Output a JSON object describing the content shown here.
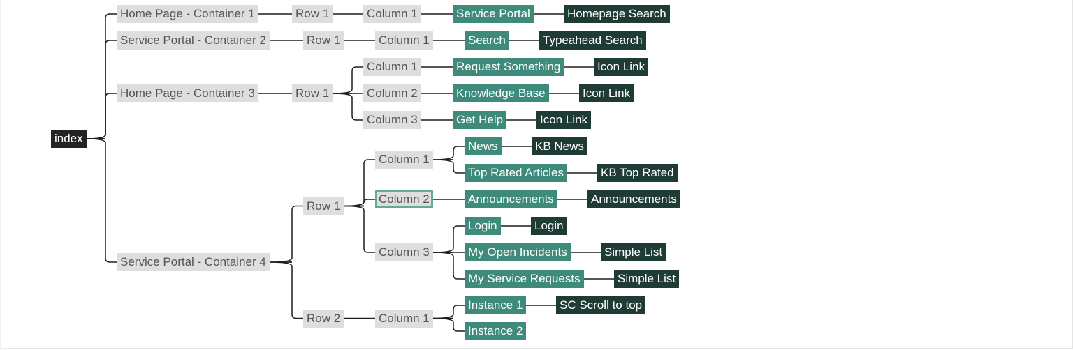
{
  "tree": {
    "root": "index",
    "containers": [
      {
        "label": "Home Page - Container 1",
        "rows": [
          {
            "label": "Row 1",
            "columns": [
              {
                "label": "Column 1",
                "widgets": [
                  {
                    "label": "Service Portal",
                    "child": "Homepage Search"
                  }
                ]
              }
            ]
          }
        ]
      },
      {
        "label": "Service Portal - Container 2",
        "rows": [
          {
            "label": "Row 1",
            "columns": [
              {
                "label": "Column 1",
                "widgets": [
                  {
                    "label": "Search",
                    "child": "Typeahead Search"
                  }
                ]
              }
            ]
          }
        ]
      },
      {
        "label": "Home Page - Container 3",
        "rows": [
          {
            "label": "Row 1",
            "columns": [
              {
                "label": "Column 1",
                "widgets": [
                  {
                    "label": "Request Something",
                    "child": "Icon Link"
                  }
                ]
              },
              {
                "label": "Column 2",
                "widgets": [
                  {
                    "label": "Knowledge Base",
                    "child": "Icon Link"
                  }
                ]
              },
              {
                "label": "Column 3",
                "widgets": [
                  {
                    "label": "Get Help",
                    "child": "Icon Link"
                  }
                ]
              }
            ]
          }
        ]
      },
      {
        "label": "Service Portal - Container 4",
        "rows": [
          {
            "label": "Row 1",
            "columns": [
              {
                "label": "Column 1",
                "widgets": [
                  {
                    "label": "News",
                    "child": "KB News"
                  },
                  {
                    "label": "Top Rated Articles",
                    "child": "KB Top Rated"
                  }
                ]
              },
              {
                "label": "Column 2",
                "selected": true,
                "widgets": [
                  {
                    "label": "Announcements",
                    "child": "Announcements"
                  }
                ]
              },
              {
                "label": "Column 3",
                "widgets": [
                  {
                    "label": "Login",
                    "child": "Login"
                  },
                  {
                    "label": "My Open Incidents",
                    "child": "Simple List"
                  },
                  {
                    "label": "My Service Requests",
                    "child": "Simple List"
                  }
                ]
              }
            ]
          },
          {
            "label": "Row 2",
            "columns": [
              {
                "label": "Column 1",
                "widgets": [
                  {
                    "label": "Instance 1",
                    "child": "SC Scroll to top"
                  },
                  {
                    "label": "Instance 2"
                  }
                ]
              }
            ]
          }
        ]
      }
    ]
  },
  "colors": {
    "gray_node": "#dedede",
    "widget_node": "#3e8a7b",
    "instance_node": "#1f3b35",
    "root_node": "#232323",
    "link": "#1f1f1f",
    "selected_outline": "#62ab9b"
  }
}
